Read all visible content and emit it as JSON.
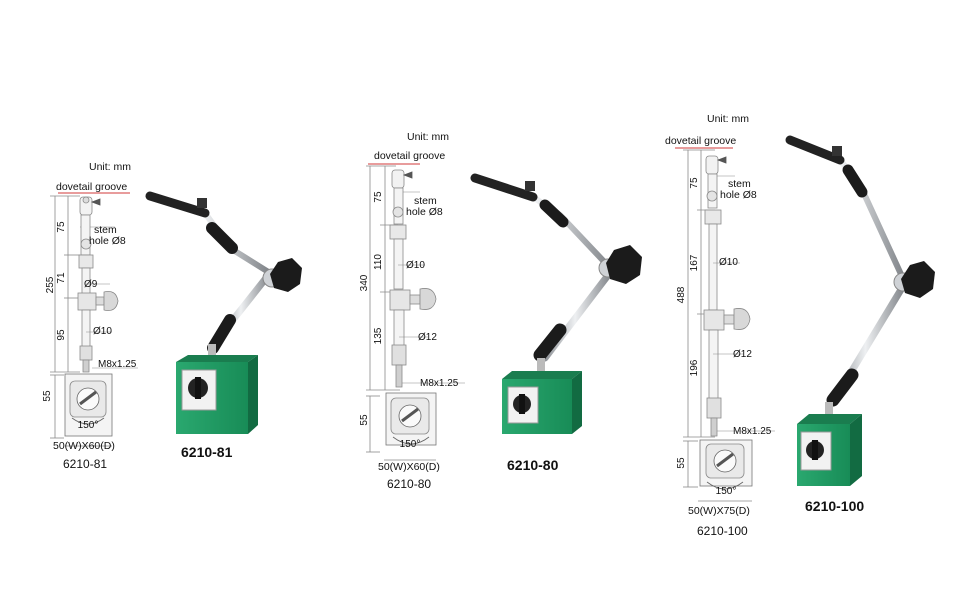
{
  "colors": {
    "base_green": "#1f9a63",
    "base_green_dark": "#137547",
    "groove_red": "#d23a3a",
    "line_grey": "#8a8a8a",
    "steel": "#c9ccd0",
    "knob": "#1b1b1b"
  },
  "products": [
    {
      "unit": "Unit: mm",
      "dovetail": "dovetail groove",
      "stem": [
        "stem",
        "hole Ø8"
      ],
      "total": "255",
      "dims": [
        "75",
        "71",
        "95"
      ],
      "dia_upper": "Ø9",
      "dia_lower": "Ø10",
      "thread": "M8x1.25",
      "base_h": "55",
      "angle": "150°",
      "base_size": "50(W)X60(D)",
      "model": "6210-81",
      "photo_model": "6210-81"
    },
    {
      "unit": "Unit: mm",
      "dovetail": "dovetail groove",
      "stem": [
        "stem",
        "hole Ø8"
      ],
      "total": "340",
      "dims": [
        "75",
        "110",
        "135"
      ],
      "dia_upper": "Ø10",
      "dia_lower": "Ø12",
      "thread": "M8x1.25",
      "base_h": "55",
      "angle": "150°",
      "base_size": "50(W)X60(D)",
      "model": "6210-80",
      "photo_model": "6210-80"
    },
    {
      "unit": "Unit: mm",
      "dovetail": "dovetail groove",
      "stem": [
        "stem",
        "hole Ø8"
      ],
      "total": "488",
      "dims": [
        "75",
        "167",
        "196"
      ],
      "dia_upper": "Ø10",
      "dia_lower": "Ø12",
      "thread": "M8x1.25",
      "base_h": "55",
      "angle": "150°",
      "base_size": "50(W)X75(D)",
      "model": "6210-100",
      "photo_model": "6210-100"
    }
  ]
}
